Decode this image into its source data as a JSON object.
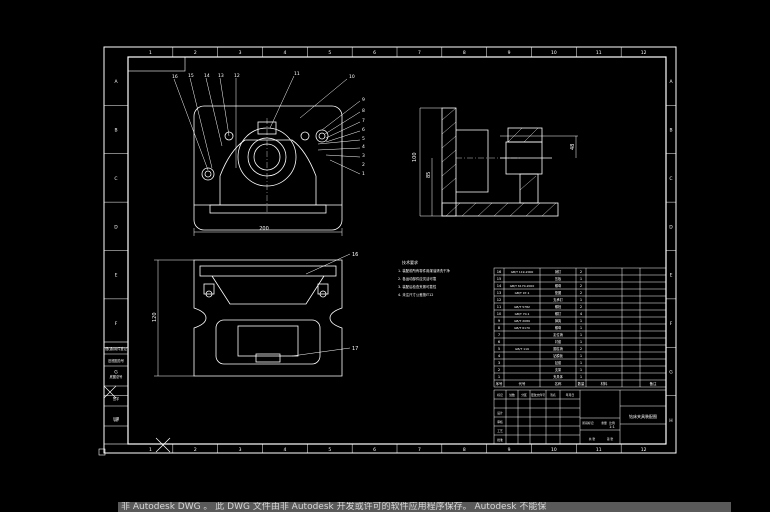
{
  "viewer": {
    "watermark_text": "非 Autodesk DWG 。 此 DWG 文件由非 Autodesk 开发或许可的软件应用程序保存。 Autodesk 不能保"
  },
  "drawing": {
    "top_columns": [
      "1",
      "2",
      "3",
      "4",
      "5",
      "6",
      "7",
      "8",
      "9",
      "10",
      "11",
      "12"
    ],
    "bottom_columns": [
      "1",
      "2",
      "3",
      "4",
      "5",
      "6",
      "7",
      "8",
      "9",
      "10",
      "11",
      "12"
    ],
    "left_rows": [
      "A",
      "B",
      "C",
      "D",
      "E",
      "F",
      "G",
      "H"
    ],
    "right_rows": [
      "A",
      "B",
      "C",
      "D",
      "E",
      "F",
      "G",
      "H"
    ],
    "front_view_callouts": [
      "16",
      "15",
      "14",
      "13",
      "12",
      "11",
      "10",
      "9",
      "8",
      "7",
      "6",
      "5",
      "4",
      "3",
      "2",
      "1"
    ],
    "front_view_width_dim": "200",
    "top_view_callouts": [
      "16",
      "17"
    ],
    "top_view_height_dim": "120",
    "side_view_dims": [
      "100",
      "85",
      "48"
    ],
    "tech_req_title": "技术要求",
    "tech_req_lines": [
      "1. 装配前所有零件用煤油清洗干净",
      "2. 各运动部件应灵活可靠",
      "3. 装配后检查夹紧可靠性",
      "4. 未注尺寸公差按IT12"
    ],
    "bom_rows": [
      {
        "no": "16",
        "code": "GB/T 119-2000",
        "name": "销钉",
        "qty": "2"
      },
      {
        "no": "15",
        "code": "",
        "name": "压板",
        "qty": "1"
      },
      {
        "no": "14",
        "code": "GB/T 6170-2000",
        "name": "螺母",
        "qty": "2"
      },
      {
        "no": "13",
        "code": "GB/T 97.1",
        "name": "垫圈",
        "qty": "2"
      },
      {
        "no": "12",
        "code": "",
        "name": "支承钉",
        "qty": "1"
      },
      {
        "no": "11",
        "code": "GB/T 5782",
        "name": "螺栓",
        "qty": "2"
      },
      {
        "no": "10",
        "code": "GB/T 70.1",
        "name": "螺钉",
        "qty": "4"
      },
      {
        "no": "9",
        "code": "GB/T 2089",
        "name": "弹簧",
        "qty": "1"
      },
      {
        "no": "8",
        "code": "GB/T 6170",
        "name": "螺母",
        "qty": "1"
      },
      {
        "no": "7",
        "code": "",
        "name": "定位销",
        "qty": "1"
      },
      {
        "no": "6",
        "code": "",
        "name": "衬套",
        "qty": "1"
      },
      {
        "no": "5",
        "code": "GB/T 119",
        "name": "圆柱销",
        "qty": "2"
      },
      {
        "no": "4",
        "code": "",
        "name": "钻模板",
        "qty": "1"
      },
      {
        "no": "3",
        "code": "",
        "name": "钻套",
        "qty": "1"
      },
      {
        "no": "2",
        "code": "",
        "name": "支架",
        "qty": "1"
      },
      {
        "no": "1",
        "code": "",
        "name": "夹具体",
        "qty": "1"
      }
    ],
    "bom_header": {
      "no": "序号",
      "code": "代号",
      "name": "名称",
      "qty": "数量",
      "material": "材料",
      "remark": "备注"
    },
    "title_block": {
      "drawing_title": "钻床夹具装配图",
      "labels": [
        "标记",
        "处数",
        "分区",
        "更改文件号",
        "签名",
        "年月日",
        "设计",
        "审核",
        "工艺",
        "批准",
        "阶段标记",
        "重量",
        "比例",
        "共 张",
        "第 张"
      ],
      "scale": "1:1"
    },
    "left_strip_labels": [
      "借(通)用件登记",
      "旧底图总号",
      "底图总号",
      "签字",
      "日期"
    ]
  }
}
